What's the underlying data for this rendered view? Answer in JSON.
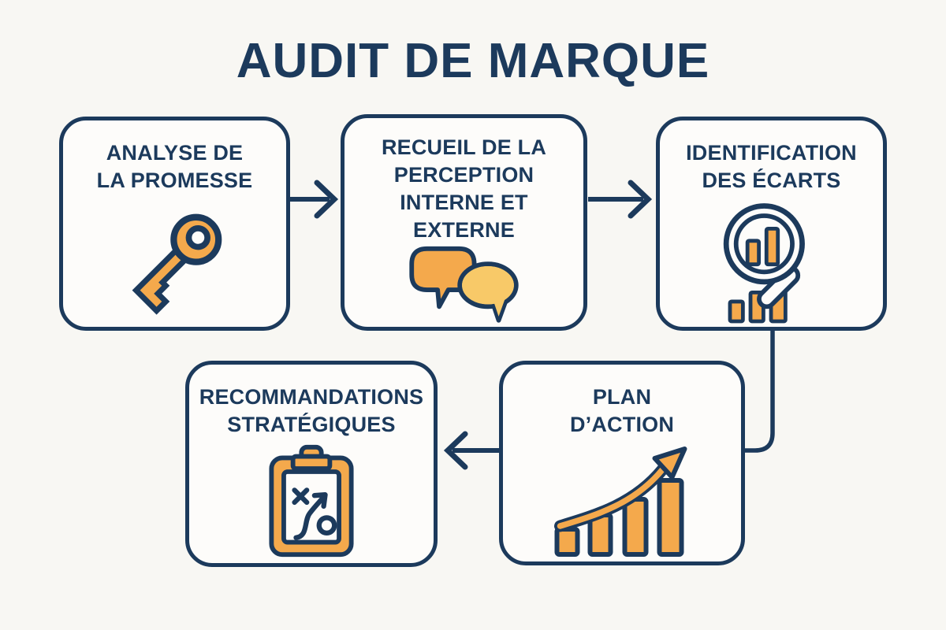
{
  "title": "AUDIT DE MARQUE",
  "colors": {
    "navy": "#1C3A5C",
    "orange": "#F4A94C",
    "yellow": "#F8C968",
    "paper": "#FDFCFA",
    "background": "#F8F7F3"
  },
  "steps": [
    {
      "id": "analyse-promesse",
      "label": "ANALYSE DE\nLA PROMESSE",
      "icon": "key-icon"
    },
    {
      "id": "recueil-perception",
      "label": "RECUEIL DE LA\nPERCEPTION\nINTERNE ET\nEXTERNE",
      "icon": "speech-bubbles-icon"
    },
    {
      "id": "identification-ecarts",
      "label": "IDENTIFICATION\nDES ÉCARTS",
      "icon": "magnifier-bar-chart-icon"
    },
    {
      "id": "plan-action",
      "label": "PLAN\nD’ACTION",
      "icon": "growth-chart-arrow-icon"
    },
    {
      "id": "recommandations",
      "label": "RECOMMANDATIONS\nSTRATÉGIQUES",
      "icon": "strategy-clipboard-icon"
    }
  ],
  "connections": [
    {
      "from": "analyse-promesse",
      "to": "recueil-perception",
      "style": "arrow-right"
    },
    {
      "from": "recueil-perception",
      "to": "identification-ecarts",
      "style": "arrow-right"
    },
    {
      "from": "identification-ecarts",
      "to": "plan-action",
      "style": "elbow-down-left"
    },
    {
      "from": "plan-action",
      "to": "recommandations",
      "style": "arrow-left"
    }
  ]
}
